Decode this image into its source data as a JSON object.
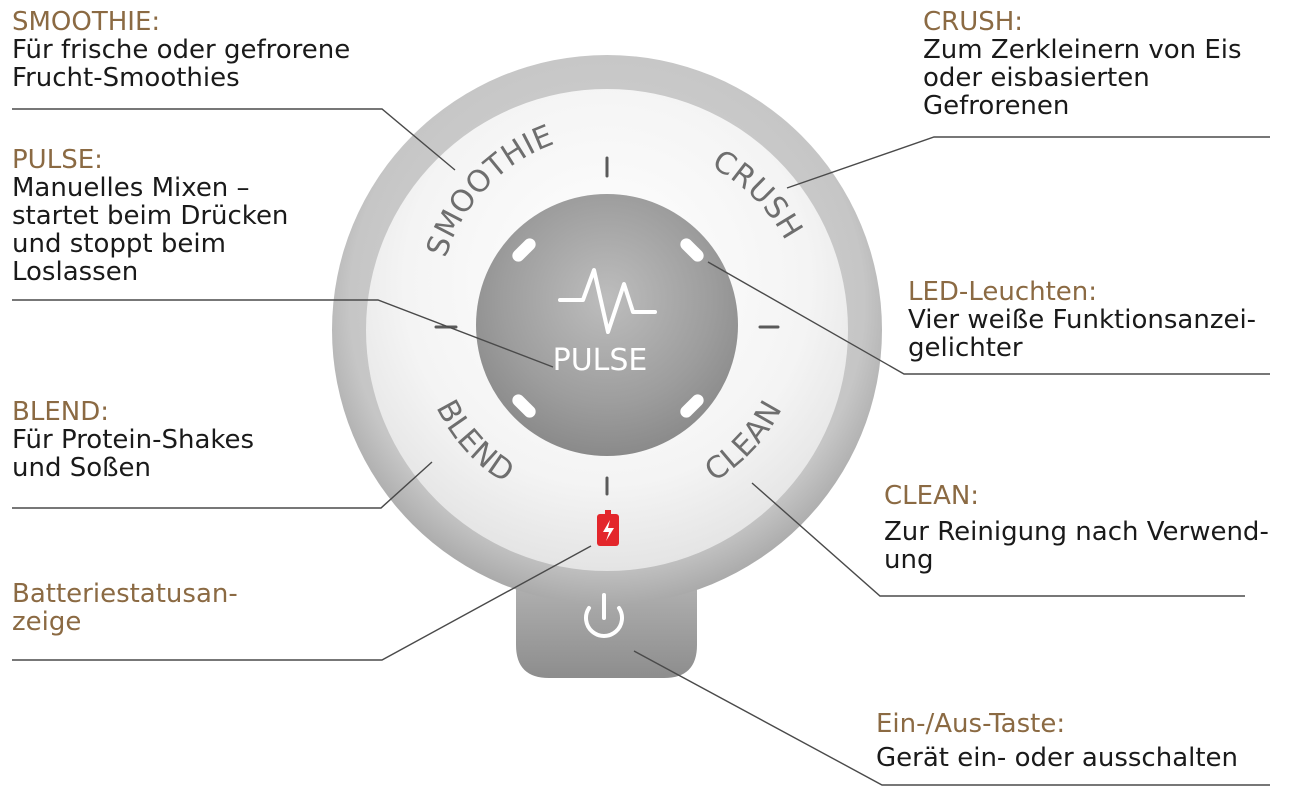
{
  "callouts": {
    "smoothie": {
      "title": "SMOOTHIE:",
      "lines": [
        "Für frische oder gefrorene",
        "Frucht-Smoothies"
      ]
    },
    "pulse": {
      "title": "PULSE:",
      "lines": [
        "Manuelles Mixen –",
        "startet beim Drücken",
        "und stoppt beim",
        "Loslassen"
      ]
    },
    "blend": {
      "title": "BLEND:",
      "lines": [
        "Für Protein-Shakes",
        "und Soßen"
      ]
    },
    "battery": {
      "title": "Batteriestatusan-",
      "title2": "zeige"
    },
    "crush": {
      "title": "CRUSH:",
      "lines": [
        "Zum Zerkleinern von Eis",
        "oder eisbasierten",
        "Gefrorenen"
      ]
    },
    "led": {
      "title": "LED-Leuchten:",
      "lines": [
        "Vier weiße Funktionsanzei-",
        "gelichter"
      ]
    },
    "clean": {
      "title": "CLEAN:",
      "lines": [
        "Zur Reinigung nach Verwend-",
        "ung"
      ]
    },
    "power": {
      "title": "Ein-/Aus-Taste:",
      "lines": [
        "Gerät ein- oder ausschalten"
      ]
    }
  },
  "dial": {
    "labels": {
      "smoothie": "SMOOTHIE",
      "crush": "CRUSH",
      "blend": "BLEND",
      "clean": "CLEAN",
      "pulse": "PULSE"
    }
  },
  "icons": [
    "pulse-wave-icon",
    "battery-icon",
    "power-icon"
  ],
  "colors": {
    "title": "#8b6a43",
    "text": "#1a1a1a",
    "battery": "#e3262b"
  }
}
